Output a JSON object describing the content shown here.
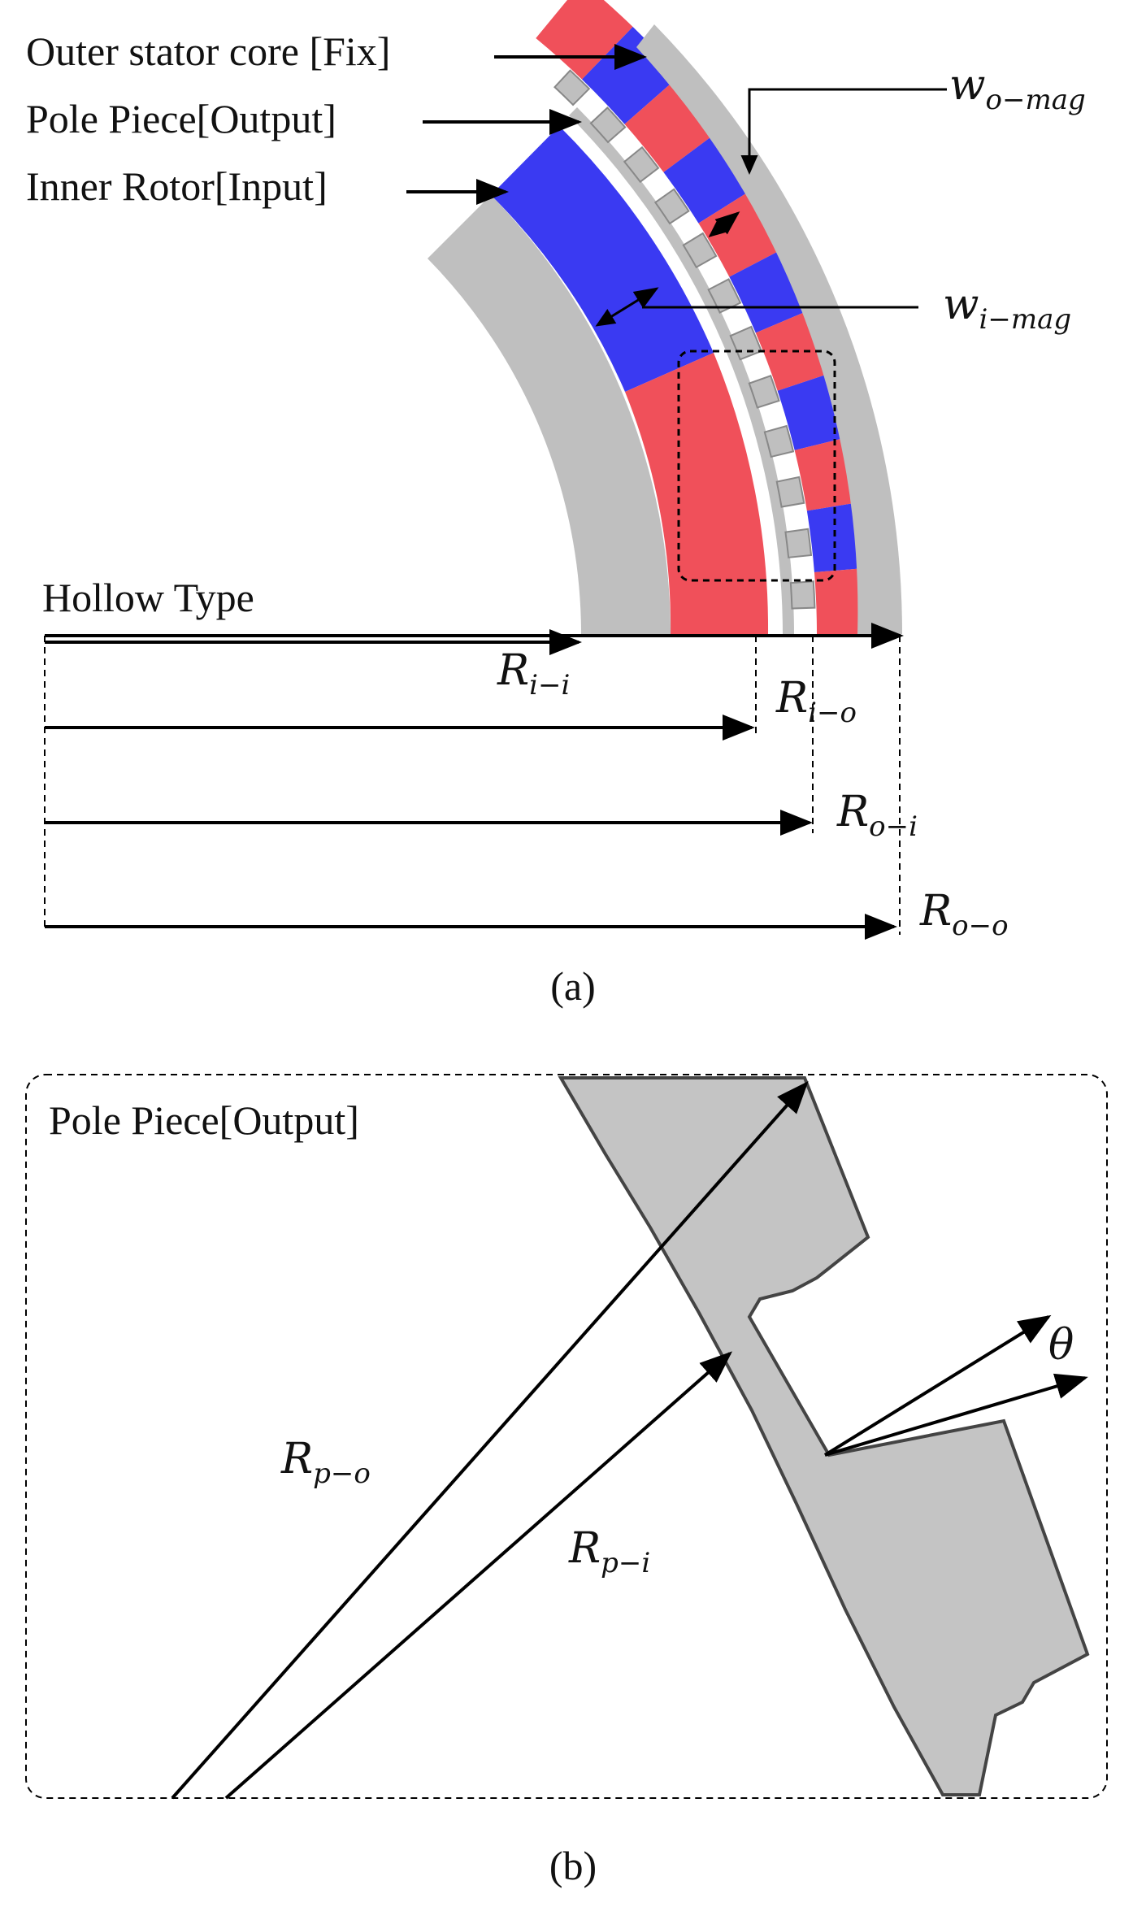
{
  "panel_a": {
    "labels": {
      "outer_stator": "Outer stator core [Fix]",
      "pole_piece": "Pole Piece[Output]",
      "inner_rotor": "Inner Rotor[Input]",
      "hollow_type": "Hollow Type"
    },
    "dimensions": {
      "w_o_mag": {
        "base": "w",
        "sub": "o−mag"
      },
      "w_i_mag": {
        "base": "w",
        "sub": "i−mag"
      },
      "R_i_i": {
        "base": "R",
        "sub": "i−i"
      },
      "R_i_o": {
        "base": "R",
        "sub": "i−o"
      },
      "R_o_i": {
        "base": "R",
        "sub": "o−i"
      },
      "R_o_o": {
        "base": "R",
        "sub": "o−o"
      }
    },
    "caption": "(a)",
    "colors": {
      "core": "#bfbfbf",
      "magnet_north": "#f0505a",
      "magnet_south": "#3a3af2"
    }
  },
  "panel_b": {
    "title": "Pole Piece[Output]",
    "dimensions": {
      "R_p_o": {
        "base": "R",
        "sub": "p−o"
      },
      "R_p_i": {
        "base": "R",
        "sub": "p−i"
      },
      "theta": "θ"
    },
    "caption": "(b)"
  }
}
